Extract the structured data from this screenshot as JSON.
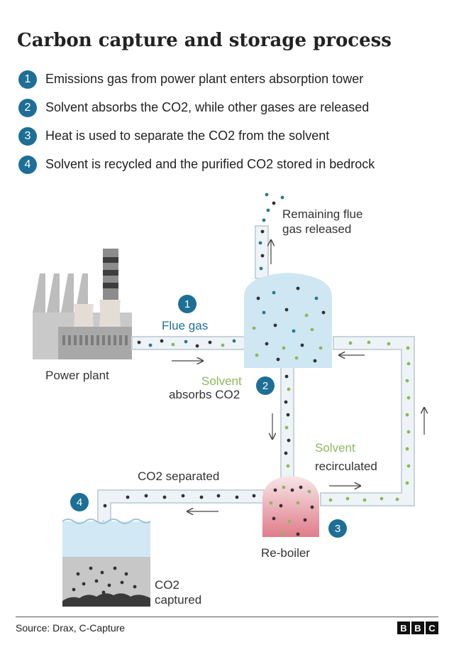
{
  "title": "Carbon capture and storage process",
  "steps": [
    {
      "num": "1",
      "text": "Emissions gas from power plant enters absorption tower"
    },
    {
      "num": "2",
      "text": "Solvent absorbs the CO2, while other gases are released"
    },
    {
      "num": "3",
      "text": "Heat is used to separate the CO2 from the solvent"
    },
    {
      "num": "4",
      "text": "Solvent is recycled and the purified CO2 stored in bedrock"
    }
  ],
  "labels": {
    "remaining_line1": "Remaining flue",
    "remaining_line2": "gas released",
    "flue_gas": "Flue gas",
    "power_plant": "Power plant",
    "solvent": "Solvent",
    "absorbs": "absorbs CO2",
    "solvent_recirc": "Solvent",
    "recirculated": "recirculated",
    "co2_separated": "CO2 separated",
    "reboiler": "Re-boiler",
    "co2_line1": "CO2",
    "co2_line2": "captured"
  },
  "colors": {
    "teal_accent": "#1d6f96",
    "solvent_green": "#8db85a",
    "pipe_fill": "#eef3f7",
    "tower_fill": "#cfe6f3",
    "reboiler_fill": "#e58a96",
    "dark_dot": "#333333",
    "teal_dot": "#2a7a8c"
  },
  "source": "Source: Drax, C-Capture",
  "logo": [
    "B",
    "B",
    "C"
  ]
}
